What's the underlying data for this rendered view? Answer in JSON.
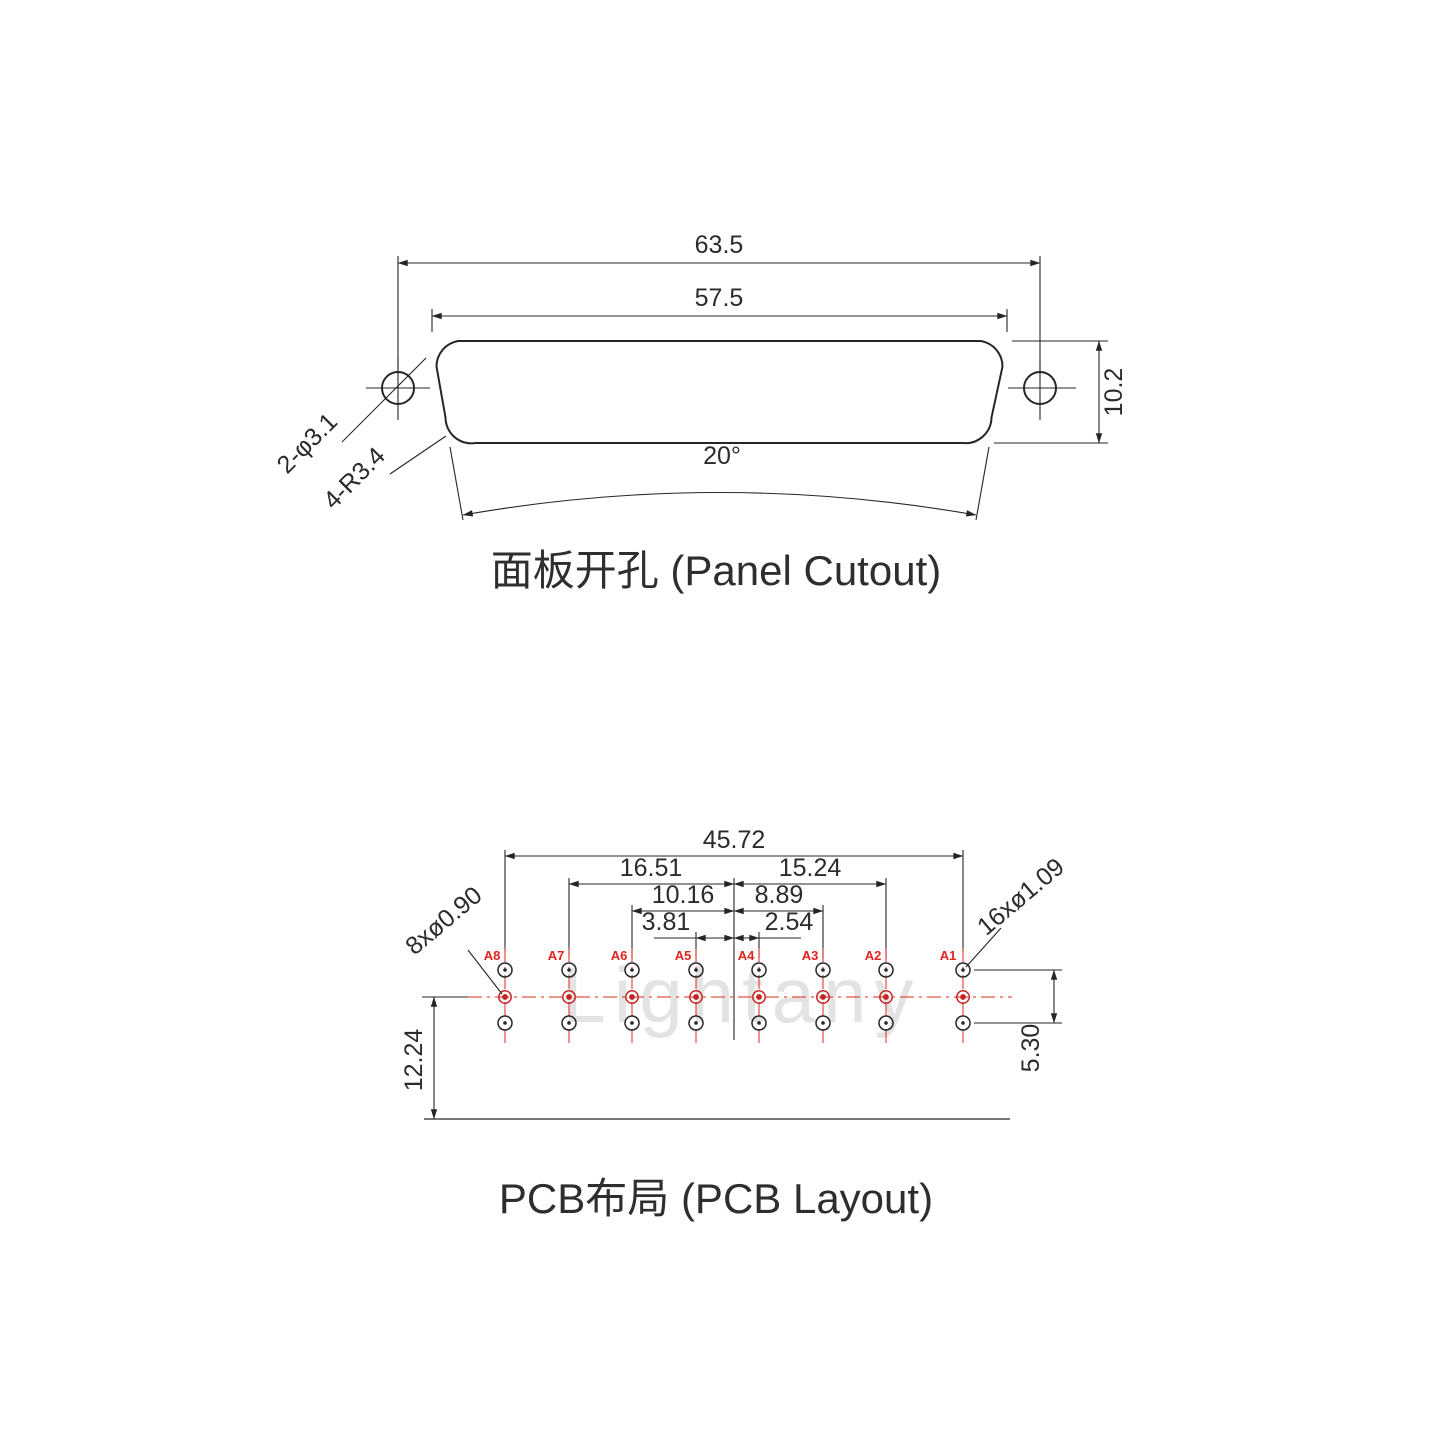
{
  "colors": {
    "line": "#262626",
    "red": "#e0241c",
    "padred": "#c42420",
    "text": "#2b2b2b",
    "title": "#2e2e2e",
    "wm": "#e3e3e3",
    "bg": "#ffffff"
  },
  "panel": {
    "title": "面板开孔 (Panel Cutout)",
    "dims": {
      "overall_width": "63.5",
      "cutout_width": "57.5",
      "height": "10.2",
      "side_angle": "20°",
      "mounting_holes": "2-φ3.1",
      "corner_radius": "4-R3.4"
    }
  },
  "pcb": {
    "title": "PCB布局 (PCB Layout)",
    "dims": {
      "pitch_total": "45.72",
      "span_left_outer": "16.51",
      "span_right_outer": "15.24",
      "span_left_mid": "10.16",
      "span_right_mid": "8.89",
      "span_left_inner": "3.81",
      "span_right_inner": "2.54",
      "edge_offset": "12.24",
      "shield_row_span": "5.30",
      "signal_holes": "8xø0.90",
      "shield_holes": "16xø1.09"
    },
    "pad_labels": [
      "A8",
      "A7",
      "A6",
      "A5",
      "A4",
      "A3",
      "A2",
      "A1"
    ]
  },
  "watermark": "Lightany"
}
